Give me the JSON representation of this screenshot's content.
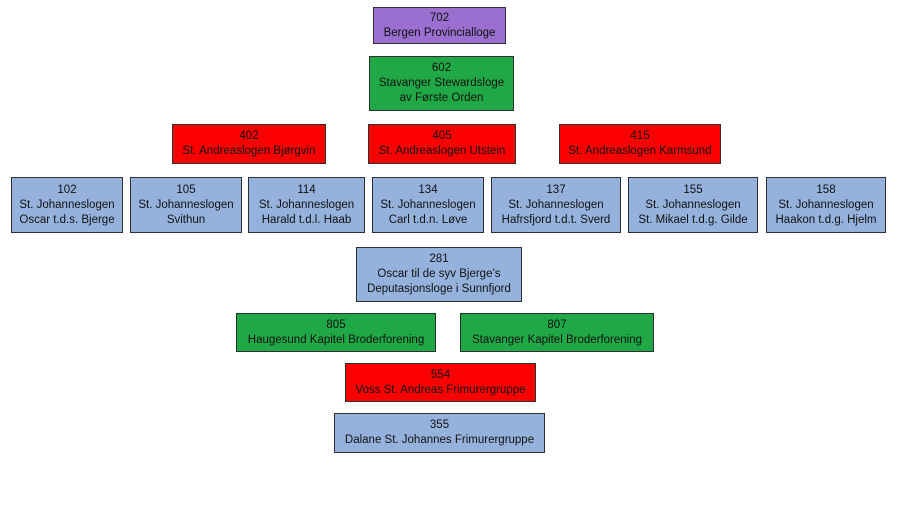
{
  "colors": {
    "purple": "#9b6fd0",
    "green": "#1fa845",
    "red": "#fb0000",
    "blue": "#95b2dd",
    "border": "#2f2f2f"
  },
  "lodges": {
    "l702": {
      "number": "702",
      "lines": [
        "Bergen Provincialloge"
      ],
      "color": "purple"
    },
    "l602": {
      "number": "602",
      "lines": [
        "Stavanger Stewardsloge",
        "av Første Orden"
      ],
      "color": "green"
    },
    "l402": {
      "number": "402",
      "lines": [
        "St. Andreaslogen Bjørgvin"
      ],
      "color": "red"
    },
    "l405": {
      "number": "405",
      "lines": [
        "St. Andreaslogen Utstein"
      ],
      "color": "red"
    },
    "l415": {
      "number": "415",
      "lines": [
        "St. Andreaslogen Karmsund"
      ],
      "color": "red"
    },
    "l102": {
      "number": "102",
      "lines": [
        "St. Johanneslogen",
        "Oscar t.d.s. Bjerge"
      ],
      "color": "blue"
    },
    "l105": {
      "number": "105",
      "lines": [
        "St. Johanneslogen",
        "Svithun"
      ],
      "color": "blue"
    },
    "l114": {
      "number": "114",
      "lines": [
        "St. Johanneslogen",
        "Harald t.d.l. Haab"
      ],
      "color": "blue"
    },
    "l134": {
      "number": "134",
      "lines": [
        "St. Johanneslogen",
        "Carl t.d.n. Løve"
      ],
      "color": "blue"
    },
    "l137": {
      "number": "137",
      "lines": [
        "St. Johanneslogen",
        "Hafrsfjord t.d.t. Sverd"
      ],
      "color": "blue"
    },
    "l155": {
      "number": "155",
      "lines": [
        "St. Johanneslogen",
        "St. Mikael t.d.g. Gilde"
      ],
      "color": "blue"
    },
    "l158": {
      "number": "158",
      "lines": [
        "St. Johanneslogen",
        "Haakon t.d.g. Hjelm"
      ],
      "color": "blue"
    },
    "l281": {
      "number": "281",
      "lines": [
        "Oscar til de syv Bjerge’s",
        "Deputasjonsloge i Sunnfjord"
      ],
      "color": "blue"
    },
    "l805": {
      "number": "805",
      "lines": [
        "Haugesund Kapitel Broderforening"
      ],
      "color": "green"
    },
    "l807": {
      "number": "807",
      "lines": [
        "Stavanger Kapitel Broderforening"
      ],
      "color": "green"
    },
    "l554": {
      "number": "554",
      "lines": [
        "Voss St. Andreas Frimurergruppe"
      ],
      "color": "red"
    },
    "l355": {
      "number": "355",
      "lines": [
        "Dalane St. Johannes Frimurergruppe"
      ],
      "color": "blue"
    }
  }
}
